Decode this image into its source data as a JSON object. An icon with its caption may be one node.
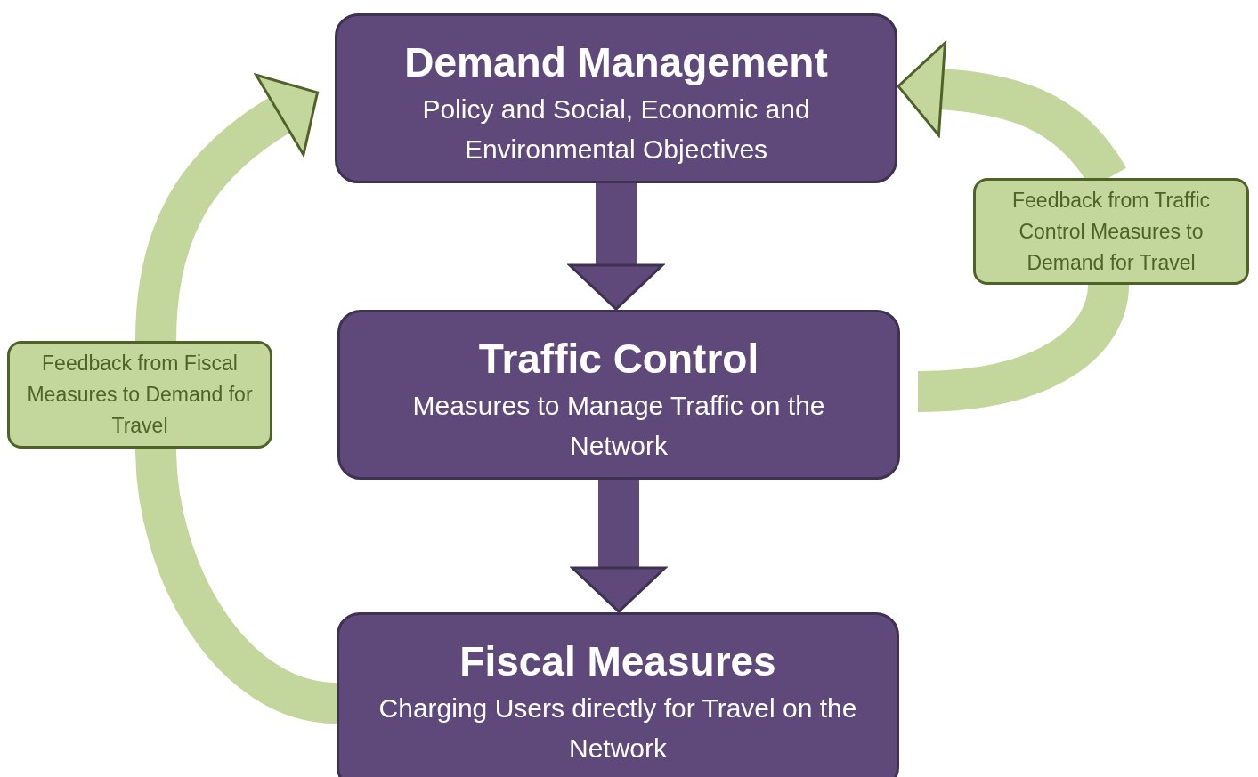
{
  "diagram": {
    "nodes": [
      {
        "text": [
          "Demand Management",
          "Policy and Social, Economic and Environmental Objectives"
        ]
      },
      {
        "text": [
          "Traffic Control",
          "Measures to Manage Traffic on the Network"
        ]
      },
      {
        "text": [
          "Fiscal Measures",
          "Charging Users directly for Travel on the Network"
        ]
      },
      {
        "text": [
          "Feedback from Fiscal Measures to Demand for Travel"
        ]
      },
      {
        "text": [
          "Feedback from Traffic Control Measures to Demand for Travel"
        ]
      }
    ],
    "edges": [
      {
        "from": 0,
        "to": 1,
        "arrow": "to",
        "color": "#5f497a"
      },
      {
        "from": 1,
        "to": 2,
        "arrow": "to",
        "color": "#5f497a"
      },
      {
        "from": 2,
        "to": 3,
        "arrow": "none",
        "color": "#c3d69b"
      },
      {
        "from": 3,
        "to": 0,
        "arrow": "to",
        "color": "#c3d69b"
      },
      {
        "from": 1,
        "to": 4,
        "arrow": "none",
        "color": "#c3d69b"
      },
      {
        "from": 4,
        "to": 0,
        "arrow": "to",
        "color": "#c3d69b"
      }
    ]
  }
}
